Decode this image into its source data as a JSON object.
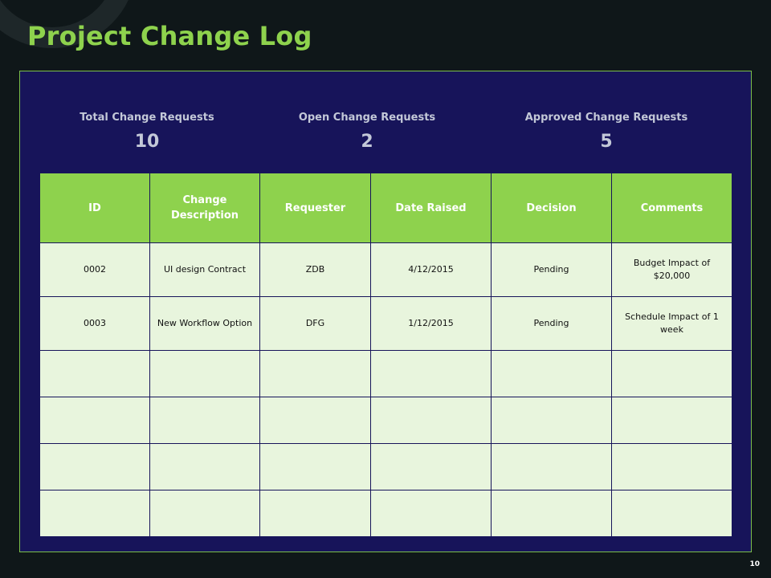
{
  "title": "Project Change Log",
  "accent_color": "#8ed24d",
  "panel_color": "#17145a",
  "stats": [
    {
      "label": "Total Change Requests",
      "value": "10"
    },
    {
      "label": "Open Change Requests",
      "value": "2"
    },
    {
      "label": "Approved Change Requests",
      "value": "5"
    }
  ],
  "table": {
    "headers": [
      "ID",
      "Change Description",
      "Requester",
      "Date Raised",
      "Decision",
      "Comments"
    ],
    "rows": [
      [
        "0002",
        "UI design Contract",
        "ZDB",
        "4/12/2015",
        "Pending",
        "Budget Impact of $20,000"
      ],
      [
        "0003",
        "New Workflow Option",
        "DFG",
        "1/12/2015",
        "Pending",
        "Schedule Impact of 1 week"
      ],
      [
        "",
        "",
        "",
        "",
        "",
        ""
      ],
      [
        "",
        "",
        "",
        "",
        "",
        ""
      ],
      [
        "",
        "",
        "",
        "",
        "",
        ""
      ],
      [
        "",
        "",
        "",
        "",
        "",
        ""
      ]
    ]
  },
  "page_number": "10"
}
